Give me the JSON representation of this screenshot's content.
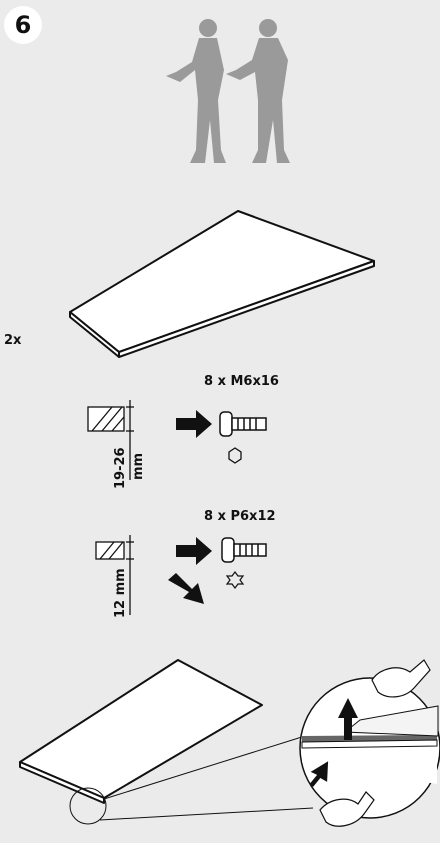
{
  "step": {
    "number": "6"
  },
  "panel": {
    "quantity": "2x"
  },
  "hardware": [
    {
      "label": "8 x M6x16",
      "thickness": "19-26",
      "unit": "mm",
      "tool": "hex-icon"
    },
    {
      "label": "8 x P6x12",
      "thickness": "12 mm",
      "tool": "torx-icon"
    }
  ],
  "colors": {
    "background": "#ebebeb",
    "figures": "#9a9a9a",
    "ink": "#111111"
  }
}
